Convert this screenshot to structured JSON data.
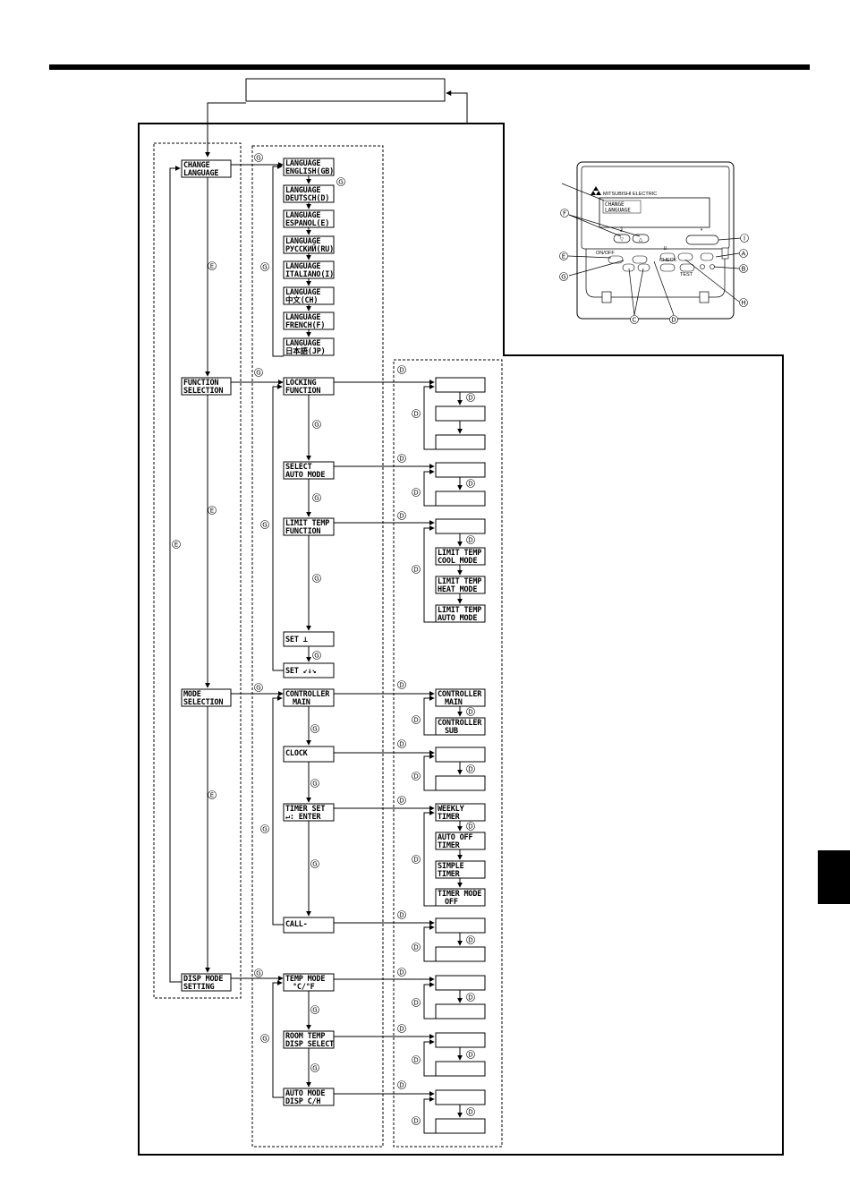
{
  "markers": {
    "a": "A",
    "b": "B",
    "c": "C",
    "d": "D",
    "e": "E",
    "f": "F",
    "g": "G",
    "h": "H",
    "i": "I"
  },
  "level1": [
    {
      "id": "change-language",
      "l1": "CHANGE",
      "l2": "LANGUAGE"
    },
    {
      "id": "function-selection",
      "l1": "FUNCTION",
      "l2": "SELECTION"
    },
    {
      "id": "mode-selection",
      "l1": "MODE",
      "l2": "SELECTION"
    },
    {
      "id": "disp-mode-setting",
      "l1": "DISP MODE",
      "l2": "SETTING"
    }
  ],
  "languages": [
    {
      "l1": "LANGUAGE",
      "l2": "ENGLISH(GB)"
    },
    {
      "l1": "LANGUAGE",
      "l2": "DEUTSCH(D)"
    },
    {
      "l1": "LANGUAGE",
      "l2": "ESPANOL(E)"
    },
    {
      "l1": "LANGUAGE",
      "l2": "РУССКИЙ(RU)"
    },
    {
      "l1": "LANGUAGE",
      "l2": "ITALIANO(I)"
    },
    {
      "l1": "LANGUAGE",
      "l2": "中文(CH)"
    },
    {
      "l1": "LANGUAGE",
      "l2": "FRENCH(F)"
    },
    {
      "l1": "LANGUAGE",
      "l2": "日本語(JP)"
    }
  ],
  "functions": [
    {
      "l1": "LOCKING",
      "l2": "FUNCTION"
    },
    {
      "l1": "SELECT",
      "l2": "AUTO MODE"
    },
    {
      "l1": "LIMIT TEMP",
      "l2": "FUNCTION"
    },
    {
      "l1": "SET ⊥",
      "l2": ""
    },
    {
      "l1": "SET ↙↓↘",
      "l2": ""
    }
  ],
  "limit_temp_options": [
    {
      "l1": "LIMIT TEMP",
      "l2": "COOL MODE"
    },
    {
      "l1": "LIMIT TEMP",
      "l2": "HEAT MODE"
    },
    {
      "l1": "LIMIT TEMP",
      "l2": "AUTO MODE"
    }
  ],
  "modes": [
    {
      "l1": "CONTROLLER",
      "l2": "MAIN"
    },
    {
      "l1": "CLOCK",
      "l2": ""
    },
    {
      "l1": "TIMER SET",
      "l2": "↵: ENTER"
    },
    {
      "l1": "CALL-",
      "l2": ""
    }
  ],
  "controller_options": [
    {
      "l1": "CONTROLLER",
      "l2": "MAIN"
    },
    {
      "l1": "CONTROLLER",
      "l2": "SUB"
    }
  ],
  "timer_options": [
    {
      "l1": "WEEKLY",
      "l2": "TIMER"
    },
    {
      "l1": "AUTO OFF",
      "l2": "TIMER"
    },
    {
      "l1": "SIMPLE",
      "l2": "TIMER"
    },
    {
      "l1": "TIMER MODE",
      "l2": "OFF"
    }
  ],
  "disp_modes": [
    {
      "l1": "TEMP MODE",
      "l2": "°C/°F"
    },
    {
      "l1": "ROOM TEMP",
      "l2": "DISP SELECT"
    },
    {
      "l1": "AUTO MODE",
      "l2": "DISP C/H"
    }
  ],
  "remote": {
    "brand": "MITSUBISHI ELECTRIC",
    "lcd_line1": "CHANGE",
    "lcd_line2": "LANGUAGE",
    "on_off_label": "ON/OFF",
    "check_label": "CHECK",
    "test_label": "TEST"
  }
}
